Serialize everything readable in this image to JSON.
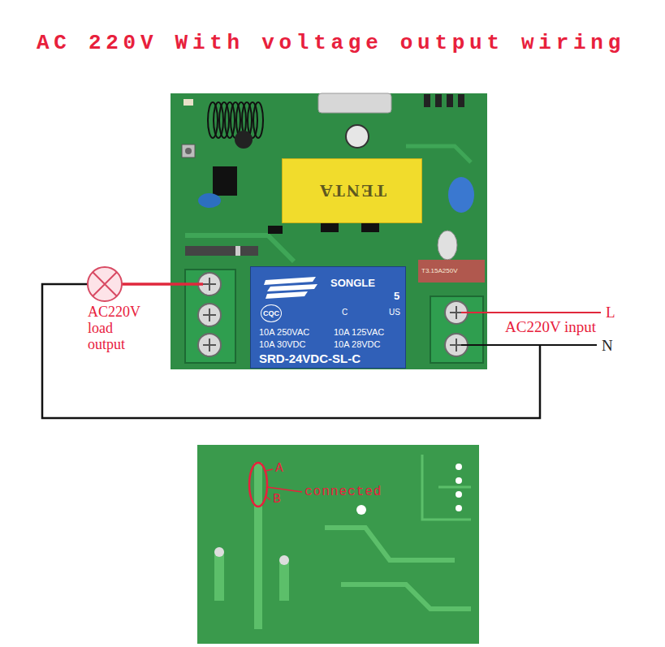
{
  "diagram": {
    "title": "AC 220V With voltage output wiring",
    "nodes": [
      {
        "text": [
          "TENTA"
        ]
      },
      {
        "text": [
          "SONGLE",
          "CQC",
          "C",
          "5",
          "US",
          "10A 250VAC",
          "10A 125VAC",
          "10A 30VDC",
          "10A 28VDC",
          "SRD-24VDC-SL-C"
        ]
      }
    ],
    "labels": [
      "T3.15A250V",
      "L",
      "AC220V load output",
      "AC220V input",
      "N",
      "A",
      "connected",
      "B"
    ]
  }
}
